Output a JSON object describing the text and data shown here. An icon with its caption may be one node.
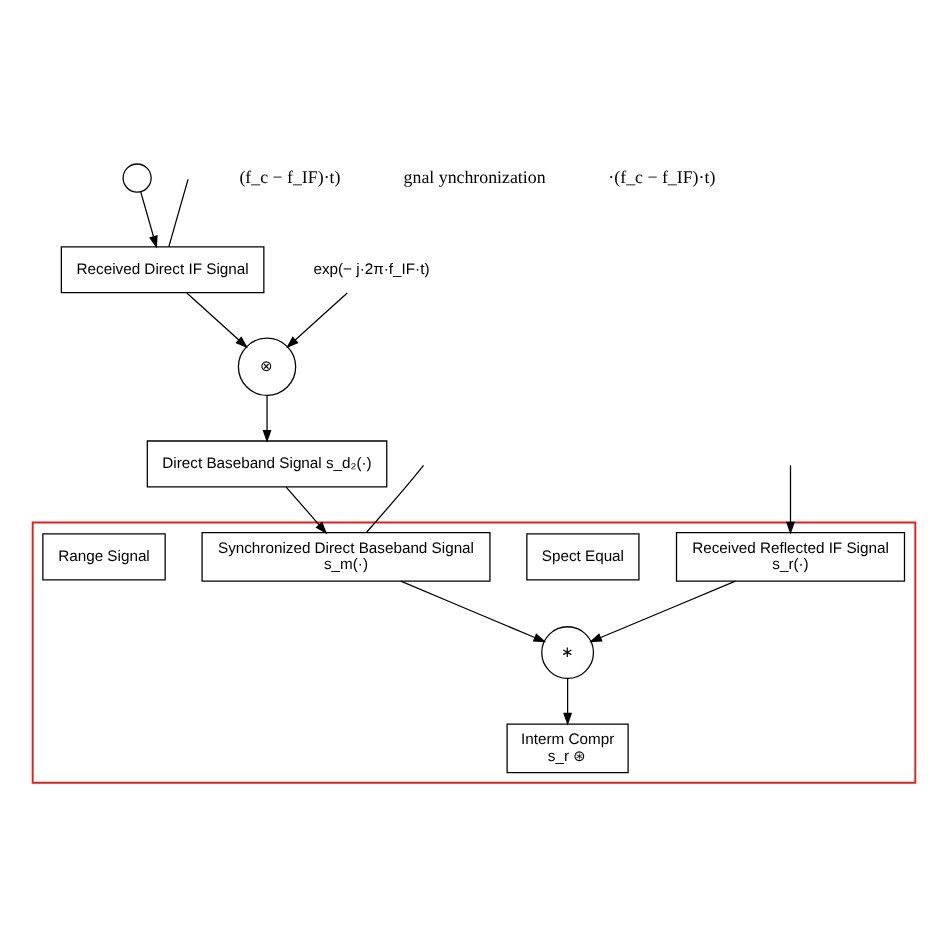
{
  "diagram": {
    "nodes": [
      {
        "text": [],
        "shape": "circle"
      },
      {
        "text": [
          "Received Direct IF Signal"
        ]
      },
      {
        "text": [
          "exp(− j·2π·f_IF·t)"
        ]
      },
      {
        "text": [
          "⊗"
        ]
      },
      {
        "text": [
          "Direct Baseband Signal s_d₂(·)"
        ]
      },
      {
        "text": [],
        "shape": "box"
      },
      {
        "text": [
          "Synchronized Direct Baseband Signal",
          "s_m(·)"
        ],
        "in": 5
      },
      {
        "text": [
          "∗"
        ],
        "in": 5
      },
      {
        "text": [
          "Interm Compr",
          "s_r ⊛"
        ],
        "in": 5
      },
      {
        "text": [
          "Spect Equal"
        ],
        "in": 5
      },
      {
        "text": [
          "Received Reflected IF Signal",
          "s_r(·)"
        ],
        "in": 5
      },
      {
        "text": [
          "Range Signal"
        ],
        "in": 5
      }
    ],
    "edges": [
      {
        "from": 0,
        "to": 1,
        "arrow": "to"
      },
      {
        "from": 1,
        "to": null,
        "arrow": "none"
      },
      {
        "from": 1,
        "to": 3,
        "arrow": "to"
      },
      {
        "from": 2,
        "to": 3,
        "arrow": "to"
      },
      {
        "from": 3,
        "to": 4,
        "arrow": "to"
      },
      {
        "from": 4,
        "to": 6,
        "arrow": "to"
      },
      {
        "from": 6,
        "to": null,
        "arrow": "none"
      },
      {
        "from": 6,
        "to": 7,
        "arrow": "to"
      },
      {
        "from": 10,
        "to": 7,
        "arrow": "to"
      },
      {
        "from": 7,
        "to": 8,
        "arrow": "to"
      },
      {
        "from": null,
        "to": 10,
        "arrow": "to"
      }
    ],
    "labels": [
      "(f_c − f_IF)·t)",
      "gnal ynchronization",
      "·(f_c − f_IF)·t)"
    ]
  }
}
